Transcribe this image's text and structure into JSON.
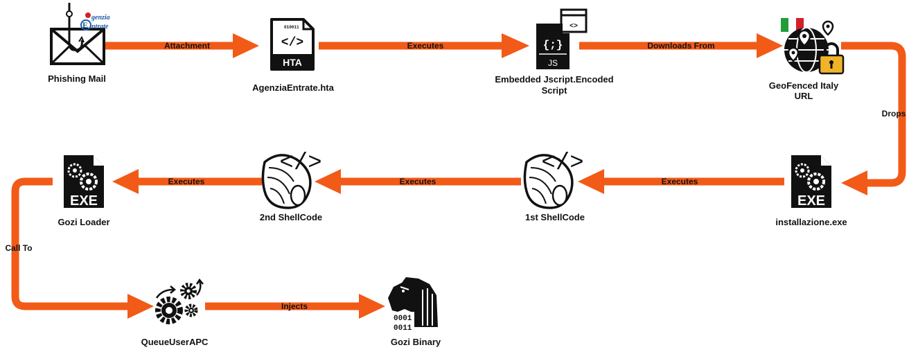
{
  "colors": {
    "arrow": "#f25a17",
    "icon": "#111111",
    "lock": "#f0b429",
    "flag_green": "#1f9d3a",
    "flag_red": "#d3202a"
  },
  "nodes": {
    "phishing_mail": {
      "label": "Phishing Mail",
      "icon": "envelope-hook-icon",
      "logo_line1": "genzia",
      "logo_line2": "ntrate"
    },
    "hta": {
      "label": "AgenziaEntrate.hta",
      "icon": "hta-file-icon",
      "binary": "010011",
      "type": "HTA"
    },
    "jscript": {
      "label_line1": "Embedded Jscript.Encoded",
      "label_line2": "Script",
      "icon": "js-file-icon",
      "type": "JS",
      "braces": "{;}"
    },
    "geofenced": {
      "label_line1": "GeoFenced Italy",
      "label_line2": "URL",
      "icon": "globe-lock-icon"
    },
    "installazione": {
      "label": "installazione.exe",
      "icon": "exe-file-icon",
      "type": "EXE"
    },
    "shellcode1": {
      "label": "1st ShellCode",
      "icon": "shell-code-icon"
    },
    "shellcode2": {
      "label": "2nd ShellCode",
      "icon": "shell-code-icon"
    },
    "gozi_loader": {
      "label": "Gozi Loader",
      "icon": "exe-file-icon",
      "type": "EXE"
    },
    "queue_apc": {
      "label": "QueueUserAPC",
      "icon": "gears-icon"
    },
    "gozi_binary": {
      "label": "Gozi Binary",
      "icon": "trojan-horse-icon",
      "bits1": "0001",
      "bits2": "0011"
    }
  },
  "edges": {
    "attachment": "Attachment",
    "executes_1": "Executes",
    "downloads_from": "Downloads From",
    "drops": "Drops",
    "executes_2": "Executes",
    "executes_3": "Executes",
    "executes_4": "Executes",
    "call_to": "Call To",
    "injects": "Injects"
  }
}
